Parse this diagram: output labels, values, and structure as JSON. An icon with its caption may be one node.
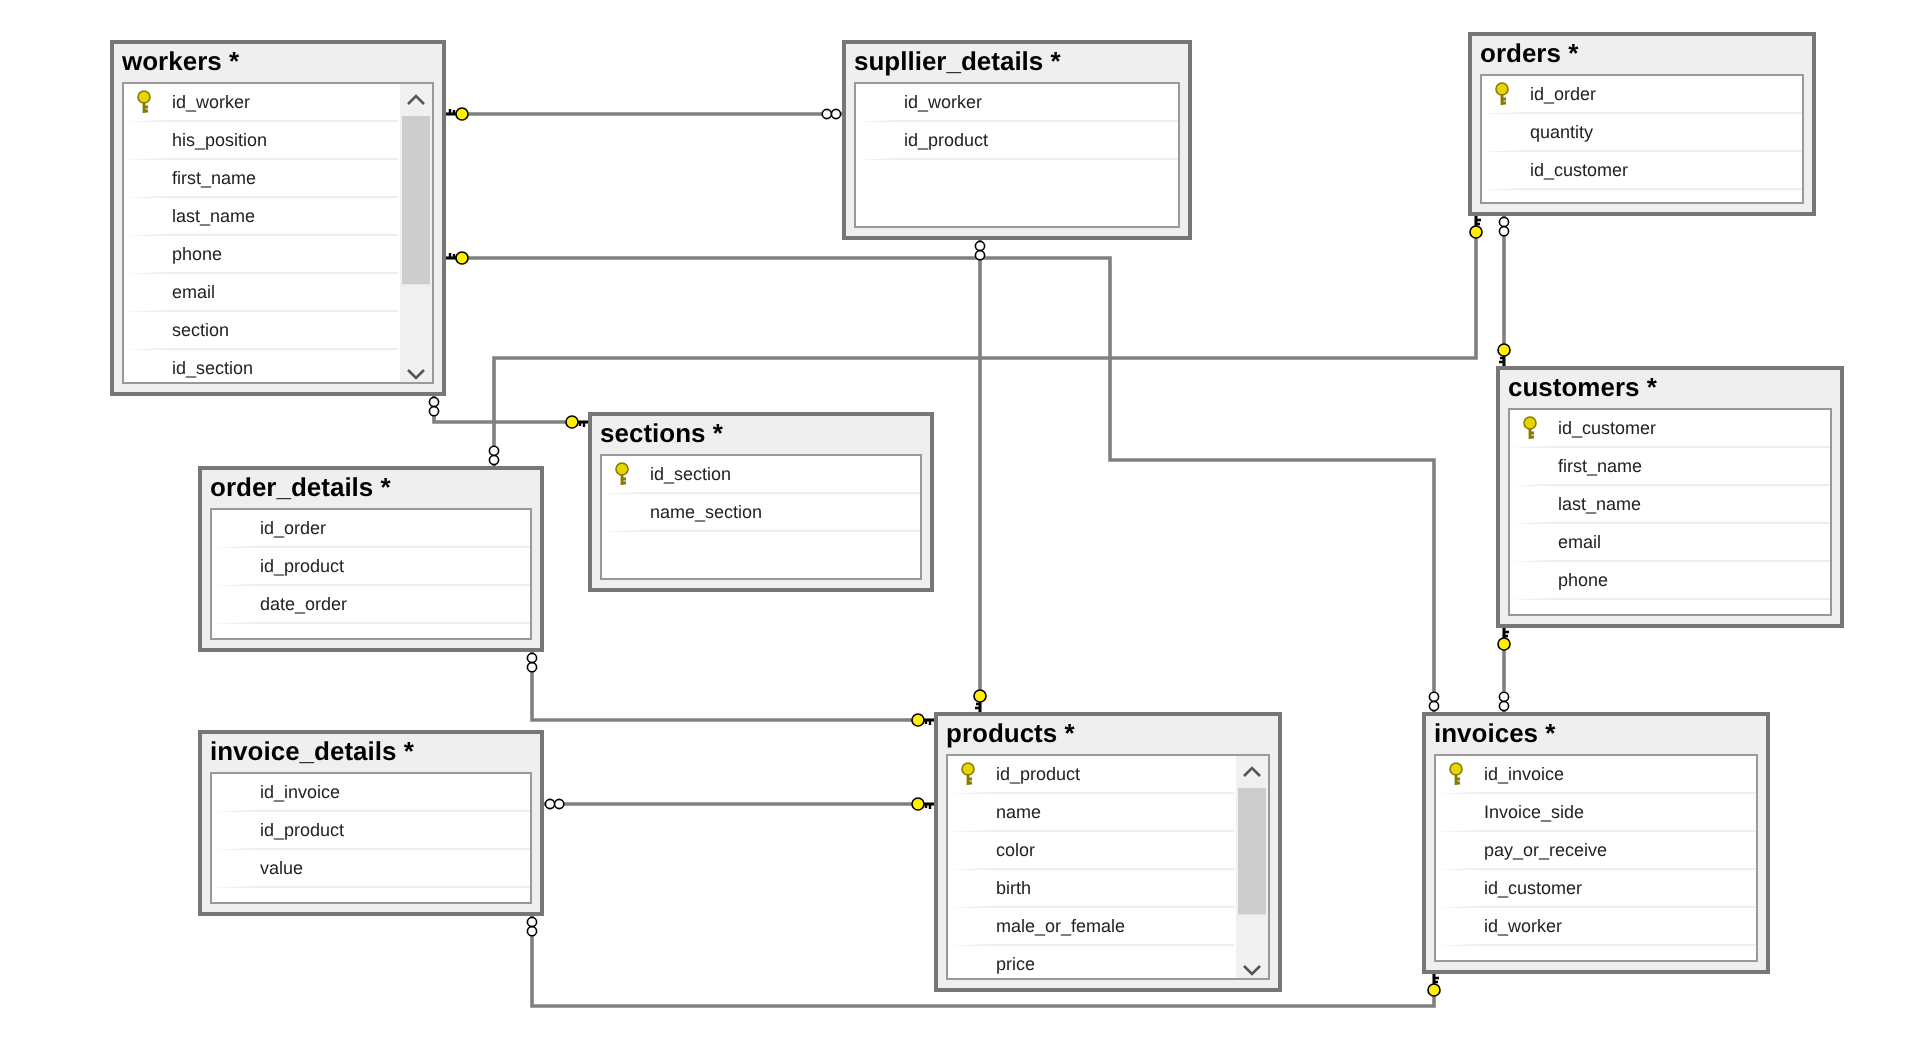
{
  "diagram": {
    "nodes": [
      {
        "text": [
          "workers *",
          "id_worker",
          "his_position",
          "first_name",
          "last_name",
          "phone",
          "email",
          "section",
          "id_section"
        ]
      },
      {
        "text": [
          "supllier_details *",
          "id_worker",
          "id_product"
        ]
      },
      {
        "text": [
          "orders *",
          "id_order",
          "quantity",
          "id_customer"
        ]
      },
      {
        "text": [
          "customers *",
          "id_customer",
          "first_name",
          "last_name",
          "email",
          "phone"
        ]
      },
      {
        "text": [
          "sections *",
          "id_section",
          "name_section"
        ]
      },
      {
        "text": [
          "order_details *",
          "id_order",
          "id_product",
          "date_order"
        ]
      },
      {
        "text": [
          "invoice_details *",
          "id_invoice",
          "id_product",
          "value"
        ]
      },
      {
        "text": [
          "products *",
          "id_product",
          "name",
          "color",
          "birth",
          "male_or_female",
          "price"
        ]
      },
      {
        "text": [
          "invoices *",
          "id_invoice",
          "Invoice_side",
          "pay_or_receive",
          "id_customer",
          "id_worker"
        ]
      }
    ],
    "edges": [
      {
        "from": 1,
        "to": 0,
        "arrow": "other"
      },
      {
        "from": 8,
        "to": 0,
        "arrow": "other"
      },
      {
        "from": 0,
        "to": 4,
        "arrow": "other"
      },
      {
        "from": 1,
        "to": 7,
        "arrow": "other"
      },
      {
        "from": 5,
        "to": 2,
        "arrow": "other"
      },
      {
        "from": 2,
        "to": 3,
        "arrow": "other"
      },
      {
        "from": 8,
        "to": 3,
        "arrow": "other"
      },
      {
        "from": 5,
        "to": 7,
        "arrow": "other"
      },
      {
        "from": 6,
        "to": 7,
        "arrow": "other"
      },
      {
        "from": 6,
        "to": 8,
        "arrow": "other"
      }
    ]
  }
}
